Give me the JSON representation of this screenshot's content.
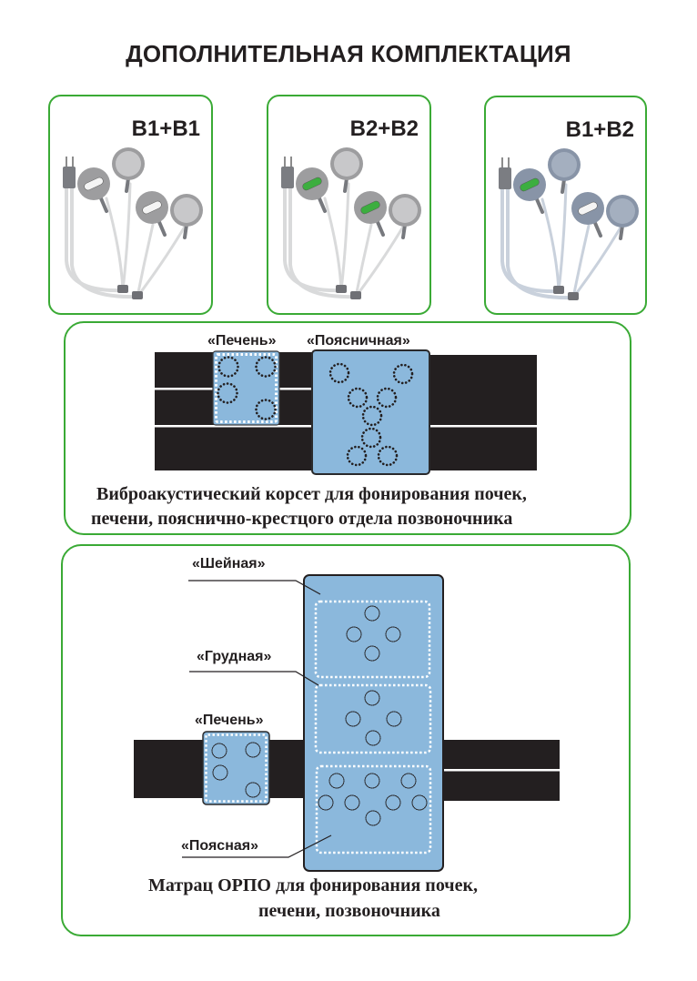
{
  "page": {
    "title": "ДОПОЛНИТЕЛЬНАЯ КОМПЛЕКТАЦИЯ"
  },
  "colors": {
    "frame_green": "#3aaa35",
    "pad_blue": "#8bb8dc",
    "belt_black": "#231f20",
    "b1_patch": "#f4f4f4",
    "b2_patch": "#3cae3f"
  },
  "electrode_sets": [
    {
      "label": "B1+B1",
      "emitters": [
        "B1",
        "B1"
      ],
      "disc_color": "#9d9d9f",
      "face_color": "#c8c8ca",
      "cable_color": "#d9dadb"
    },
    {
      "label": "B2+B2",
      "emitters": [
        "B2",
        "B2"
      ],
      "disc_color": "#9d9d9f",
      "face_color": "#c8c8ca",
      "cable_color": "#d9dadb"
    },
    {
      "label": "B1+B2",
      "emitters": [
        "B2",
        "B1"
      ],
      "disc_color": "#8894a7",
      "face_color": "#a4afbf",
      "cable_color": "#c9d1dc"
    }
  ],
  "corset": {
    "labels": {
      "liver": "«Печень»",
      "lumbar": "«Поясничная»"
    },
    "caption_line1": "Виброакустический корсет для фонирования почек,",
    "caption_line2": "печени, пояснично-крестцого отдела позвоночника",
    "liver_emitters": 4,
    "lumbar_emitters": 8
  },
  "mattress": {
    "labels": {
      "neck": "«Шейная»",
      "chest": "«Грудная»",
      "liver": "«Печень»",
      "waist": "«Поясная»"
    },
    "caption_line1": "Матрац ОРПО для фонирования почек,",
    "caption_line2": "печени, позвоночника",
    "neck_emitters": 4,
    "chest_emitters": 4,
    "waist_emitters": 8,
    "liver_emitters": 4
  }
}
